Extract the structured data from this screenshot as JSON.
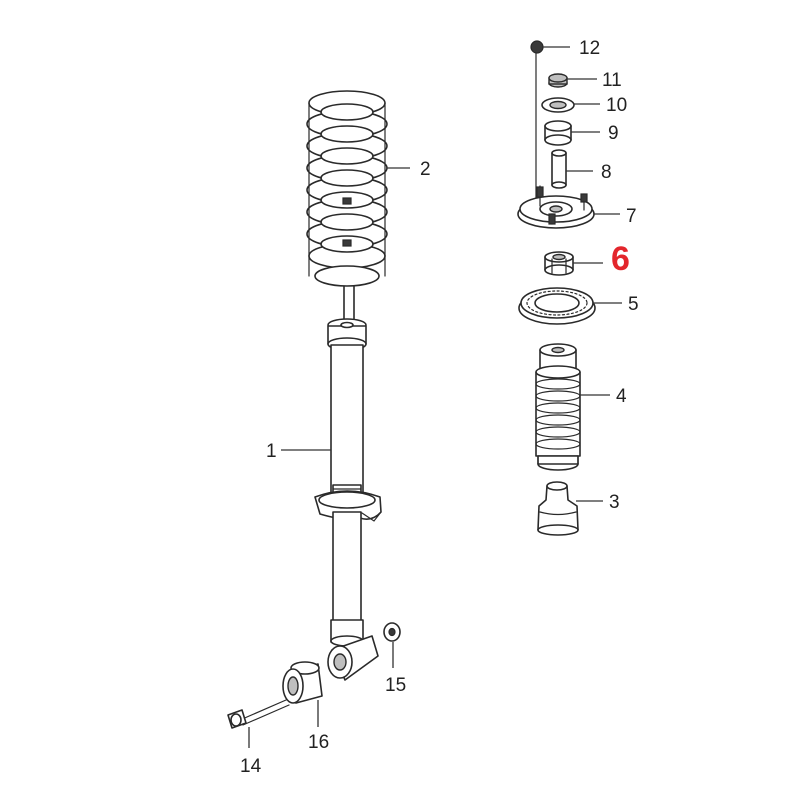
{
  "callouts": {
    "c1": "1",
    "c2": "2",
    "c3": "3",
    "c4": "4",
    "c5": "5",
    "c6": "6",
    "c7": "7",
    "c8": "8",
    "c9": "9",
    "c10": "10",
    "c11": "11",
    "c12": "12",
    "c14": "14",
    "c15": "15",
    "c16": "16"
  },
  "highlight_color": "#e3262c"
}
